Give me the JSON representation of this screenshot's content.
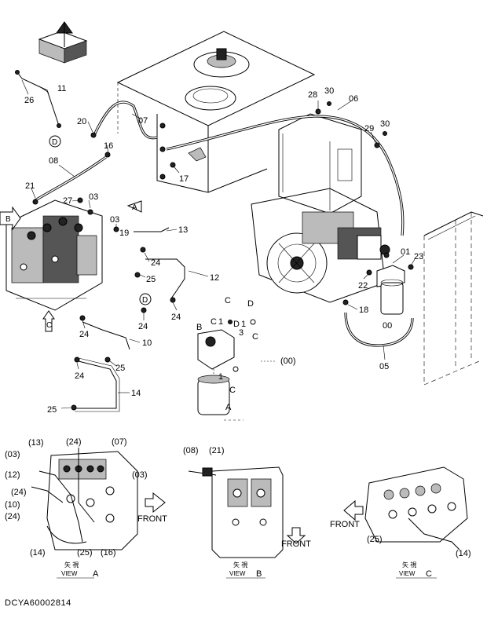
{
  "document_id": "DCYA60002814",
  "main_callouts": [
    {
      "id": "c11",
      "text": "11"
    },
    {
      "id": "c26",
      "text": "26"
    },
    {
      "id": "c20",
      "text": "20"
    },
    {
      "id": "c07",
      "text": "07"
    },
    {
      "id": "c16",
      "text": "16"
    },
    {
      "id": "c08",
      "text": "08"
    },
    {
      "id": "c21",
      "text": "21"
    },
    {
      "id": "c27",
      "text": "27"
    },
    {
      "id": "c03a",
      "text": "03"
    },
    {
      "id": "c03b",
      "text": "03"
    },
    {
      "id": "c19",
      "text": "19"
    },
    {
      "id": "c13",
      "text": "13"
    },
    {
      "id": "c24a",
      "text": "24"
    },
    {
      "id": "c25a",
      "text": "25"
    },
    {
      "id": "c12",
      "text": "12"
    },
    {
      "id": "c24b",
      "text": "24"
    },
    {
      "id": "c24c",
      "text": "24"
    },
    {
      "id": "c24d",
      "text": "24"
    },
    {
      "id": "c10",
      "text": "10"
    },
    {
      "id": "c24e",
      "text": "24"
    },
    {
      "id": "c25b",
      "text": "25"
    },
    {
      "id": "c14",
      "text": "14"
    },
    {
      "id": "c25c",
      "text": "25"
    },
    {
      "id": "c17",
      "text": "17"
    },
    {
      "id": "c28",
      "text": "28"
    },
    {
      "id": "c30a",
      "text": "30"
    },
    {
      "id": "c06",
      "text": "06"
    },
    {
      "id": "c29",
      "text": "29"
    },
    {
      "id": "c30b",
      "text": "30"
    },
    {
      "id": "c01",
      "text": "01"
    },
    {
      "id": "c23",
      "text": "23"
    },
    {
      "id": "c22",
      "text": "22"
    },
    {
      "id": "c18",
      "text": "18"
    },
    {
      "id": "c00",
      "text": "00"
    },
    {
      "id": "c05",
      "text": "05"
    },
    {
      "id": "c00p",
      "text": "(00)"
    },
    {
      "id": "cC",
      "text": "C"
    },
    {
      "id": "cD",
      "text": "D"
    },
    {
      "id": "cB",
      "text": "B"
    },
    {
      "id": "cA",
      "text": "A"
    },
    {
      "id": "cC1",
      "text": "C"
    },
    {
      "id": "c1",
      "text": "1"
    },
    {
      "id": "cD1",
      "text": "D"
    },
    {
      "id": "c1b",
      "text": "1"
    },
    {
      "id": "c3",
      "text": "3"
    },
    {
      "id": "cCb",
      "text": "C"
    },
    {
      "id": "c1c",
      "text": "1"
    },
    {
      "id": "cCc",
      "text": "C"
    }
  ],
  "markers": [
    {
      "id": "mD1",
      "text": "D"
    },
    {
      "id": "mA",
      "text": "A"
    },
    {
      "id": "mB",
      "text": "B"
    },
    {
      "id": "mD2",
      "text": "D"
    },
    {
      "id": "mC",
      "text": "C"
    }
  ],
  "view_a": {
    "callouts": [
      "(13)",
      "(24)",
      "(07)",
      "(03)",
      "(03)",
      "(12)",
      "(24)",
      "(10)",
      "(24)",
      "(14)",
      "(25)",
      "(16)"
    ],
    "direction": "FRONT",
    "view_kanji": "矢 視",
    "view_label": "VIEW",
    "view_letter": "A"
  },
  "view_b": {
    "callouts": [
      "(08)",
      "(21)"
    ],
    "direction": "FRONT",
    "view_kanji": "矢 視",
    "view_label": "VIEW",
    "view_letter": "B"
  },
  "view_c": {
    "callouts": [
      "(25)",
      "(14)"
    ],
    "direction": "FRONT",
    "view_kanji": "矢 視",
    "view_label": "VIEW",
    "view_letter": "C"
  },
  "colors": {
    "ink": "#000000",
    "paper": "#ffffff",
    "fill": "#bbbbbb"
  }
}
